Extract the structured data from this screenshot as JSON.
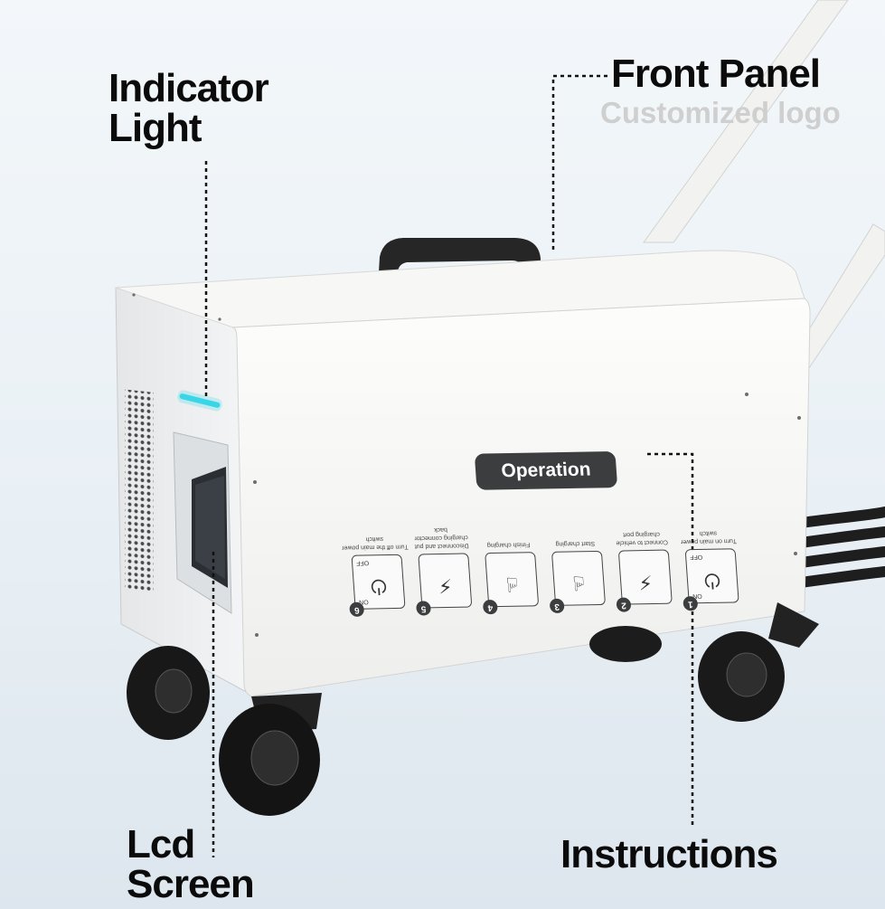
{
  "callouts": {
    "indicator_light": "Indicator Light",
    "front_panel": "Front Panel",
    "customized_logo": "Customized logo",
    "lcd_screen": "Lcd Screen",
    "instructions": "Instructions"
  },
  "panel": {
    "operation_title": "Operation",
    "steps": [
      {
        "num": "1",
        "caption": "Turn on main power switch",
        "icon": "on-switch-icon",
        "switch_on": "ON",
        "switch_off": "OFF"
      },
      {
        "num": "2",
        "caption": "Connect to vehicle charging port",
        "icon": "connect-plug-icon"
      },
      {
        "num": "3",
        "caption": "Start charging",
        "icon": "start-charging-hand-icon"
      },
      {
        "num": "4",
        "caption": "Finish charging",
        "icon": "finish-charging-hand-icon"
      },
      {
        "num": "5",
        "caption": "Disconnect and put charging connector back",
        "icon": "return-connector-icon"
      },
      {
        "num": "6",
        "caption": "Turn off the main power switch",
        "icon": "off-switch-icon",
        "switch_on": "ON",
        "switch_off": "OFF"
      }
    ]
  },
  "colors": {
    "indicator": "#39d6e6",
    "body": "#f6f6f4",
    "handle": "#2a2a2a",
    "wheel": "#1a1a1a",
    "leader": "#111111"
  }
}
